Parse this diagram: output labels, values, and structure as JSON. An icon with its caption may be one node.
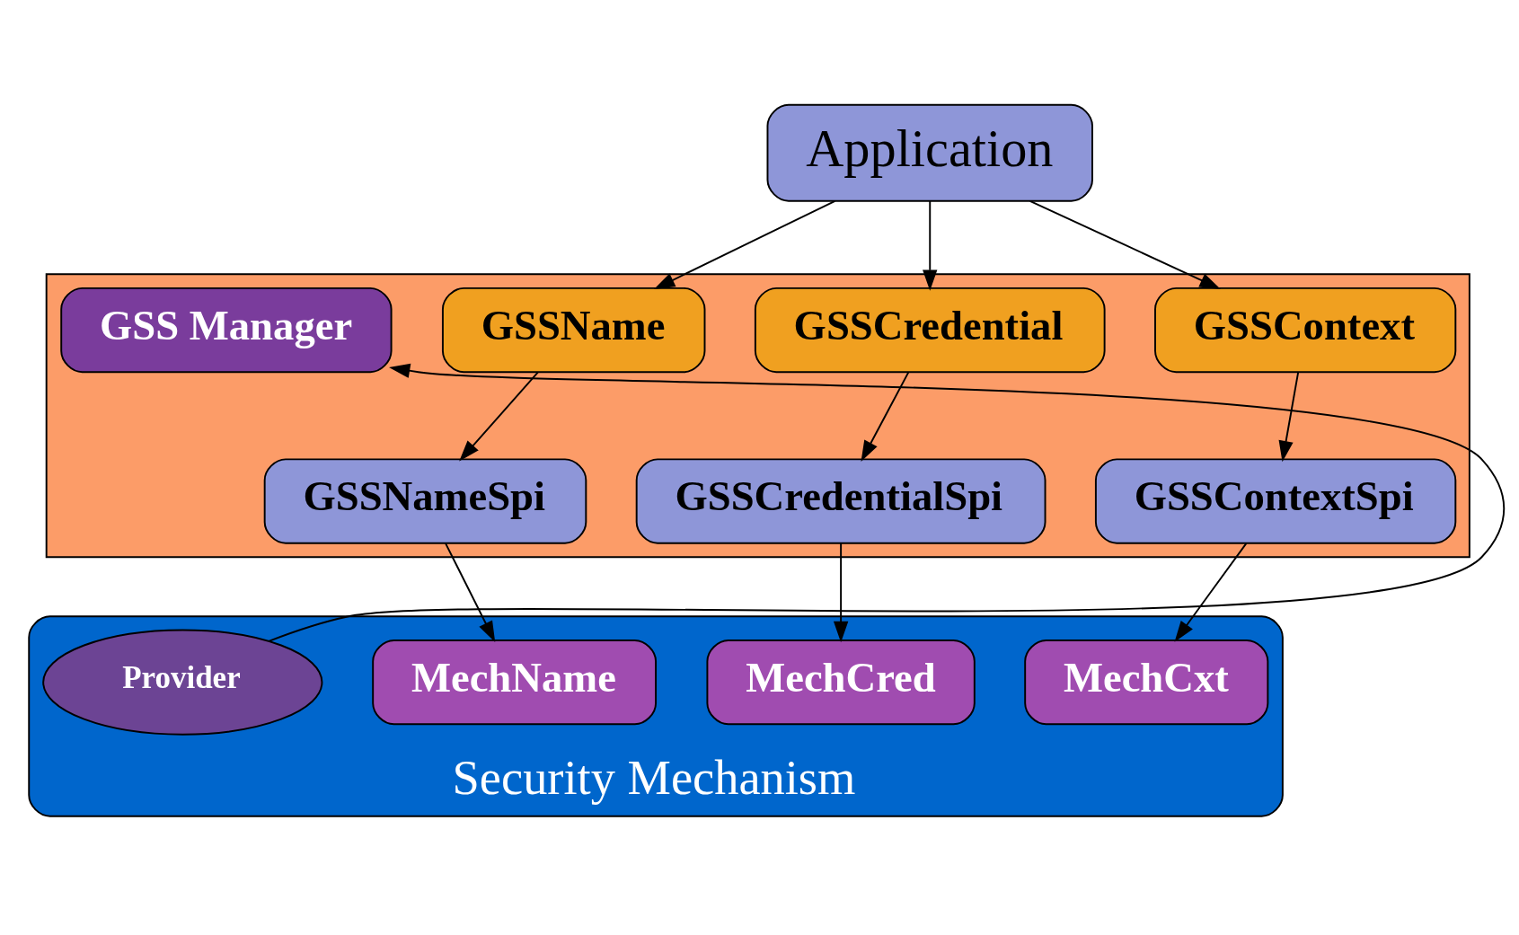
{
  "diagram": {
    "nodes": [
      {
        "text": [
          "Application"
        ]
      },
      {
        "text": [],
        "shape": "box"
      },
      {
        "text": [
          "GSSContext"
        ],
        "in": 1
      },
      {
        "text": [
          "GSSCredential"
        ],
        "in": 1
      },
      {
        "text": [
          "GSSName"
        ],
        "in": 1
      },
      {
        "text": [
          "GSS Manager"
        ],
        "in": 1
      },
      {
        "text": [
          "GSSContextSpi"
        ],
        "in": 1
      },
      {
        "text": [
          "GSSCredentialSpi"
        ],
        "in": 1
      },
      {
        "text": [
          "GSSNameSpi"
        ],
        "in": 1
      },
      {
        "text": [
          "Security Mechanism"
        ]
      },
      {
        "text": [
          "MechCxt"
        ],
        "in": 9
      },
      {
        "text": [
          "MechCred"
        ],
        "in": 9
      },
      {
        "text": [
          "MechName"
        ],
        "in": 9
      },
      {
        "text": [
          "Provider"
        ],
        "in": 9
      }
    ],
    "edges": [
      {
        "from": 0,
        "to": 2,
        "arrow": "to"
      },
      {
        "from": 0,
        "to": 3,
        "arrow": "to"
      },
      {
        "from": 0,
        "to": 4,
        "arrow": "to"
      },
      {
        "from": 2,
        "to": 6,
        "arrow": "to"
      },
      {
        "from": 3,
        "to": 7,
        "arrow": "to"
      },
      {
        "from": 4,
        "to": 8,
        "arrow": "to"
      },
      {
        "from": 6,
        "to": 10,
        "arrow": "to"
      },
      {
        "from": 7,
        "to": 11,
        "arrow": "to"
      },
      {
        "from": 8,
        "to": 12,
        "arrow": "to"
      },
      {
        "from": 13,
        "to": 5,
        "arrow": "to"
      }
    ]
  }
}
